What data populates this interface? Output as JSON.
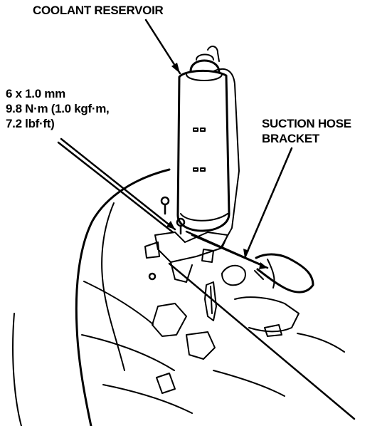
{
  "labels": {
    "coolant_reservoir": "COOLANT RESERVOIR",
    "bolt_size": "6 x 1.0 mm",
    "bolt_torque_nm": "9.8 N·m (1.0 kgf·m,",
    "bolt_torque_lbf": "7.2 lbf·ft)",
    "suction_hose_line1": "SUCTION HOSE",
    "suction_hose_line2": "BRACKET"
  },
  "colors": {
    "ink": "#000000",
    "paper": "#ffffff"
  }
}
